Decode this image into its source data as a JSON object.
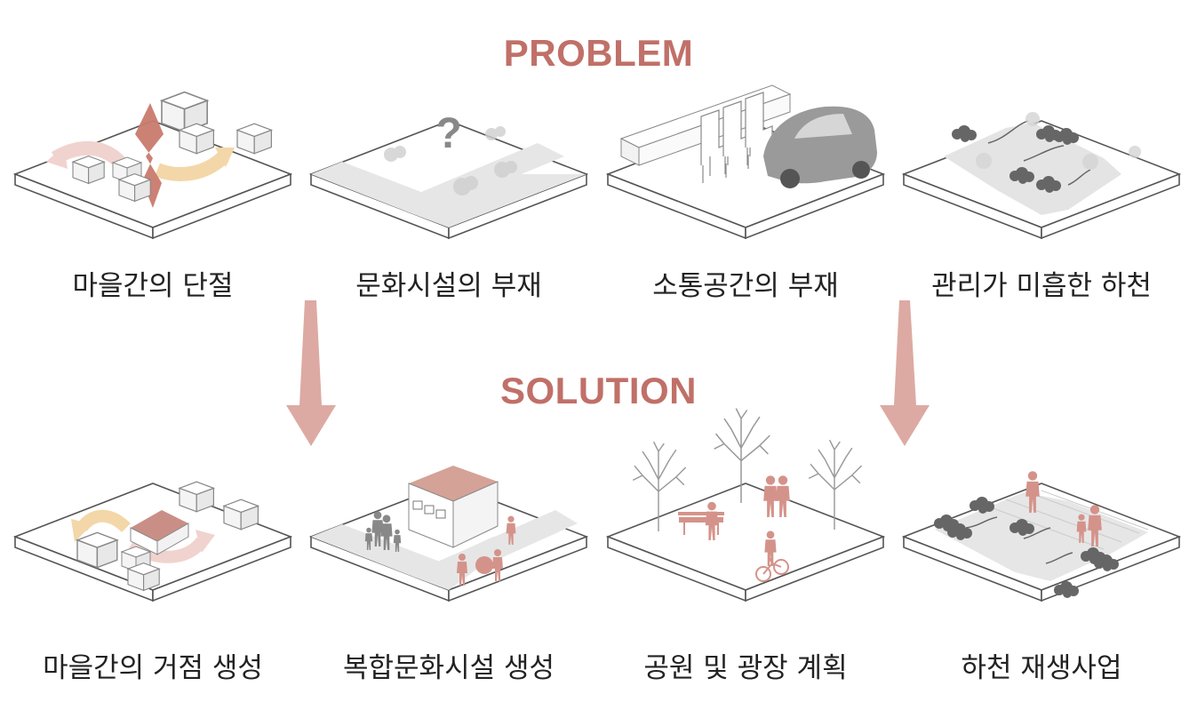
{
  "problem_heading": "PROBLEM",
  "solution_heading": "SOLUTION",
  "accent_color": "#c07068",
  "problems": [
    {
      "label": "마을간의 단절"
    },
    {
      "label": "문화시설의 부재"
    },
    {
      "label": "소통공간의 부재"
    },
    {
      "label": "관리가 미흡한 하천"
    }
  ],
  "solutions": [
    {
      "label": "마을간의 거점 생성"
    },
    {
      "label": "복합문화시설 생성"
    },
    {
      "label": "공원 및 광장 계획"
    },
    {
      "label": "하천 재생사업"
    }
  ]
}
